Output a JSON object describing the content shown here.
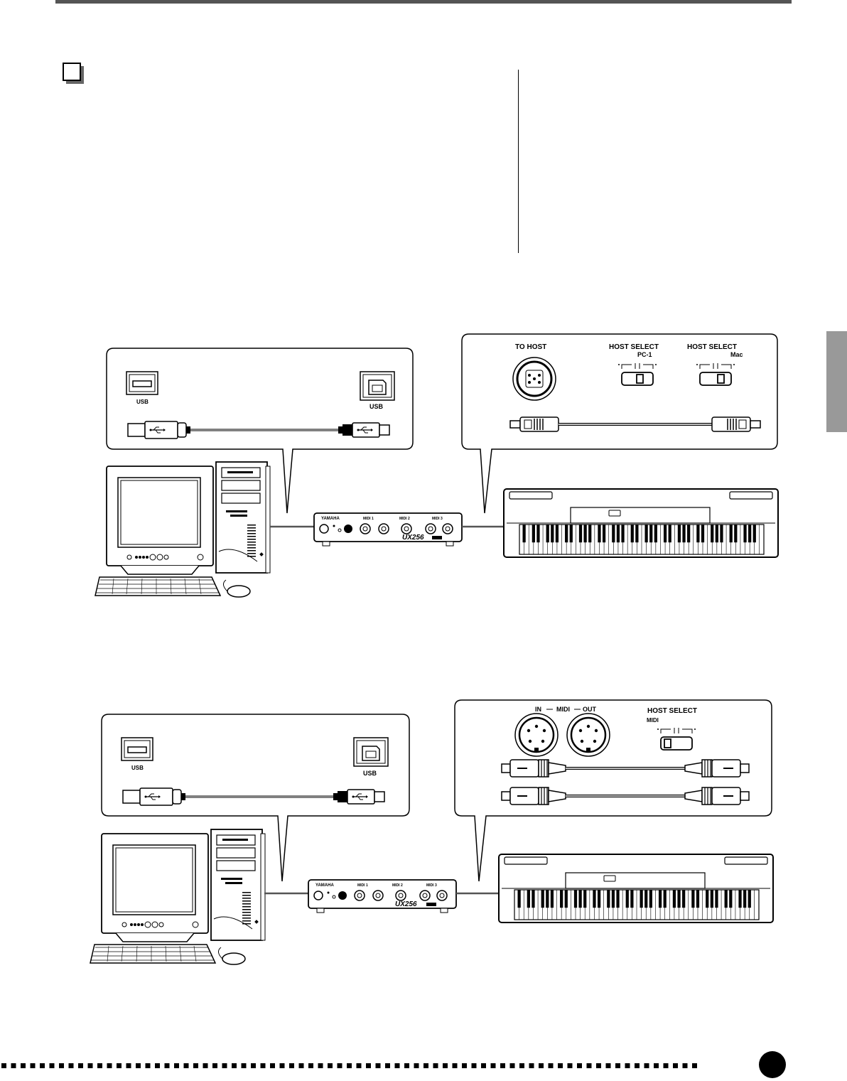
{
  "labels": {
    "usb": "USB",
    "to_host": "TO HOST",
    "host_select": "HOST SELECT",
    "pc1": "PC-1",
    "mac": "Mac",
    "in": "IN",
    "midi": "MIDI",
    "out": "OUT",
    "yamaha": "YAMAHA",
    "ux256": "UX256",
    "midi_1": "MIDI 1",
    "midi_2": "MIDI 2",
    "midi_3": "MIDI 3"
  },
  "colors": {
    "rule": "#555555",
    "side_tab": "#999999",
    "ink": "#000000",
    "cable": "#555555"
  }
}
